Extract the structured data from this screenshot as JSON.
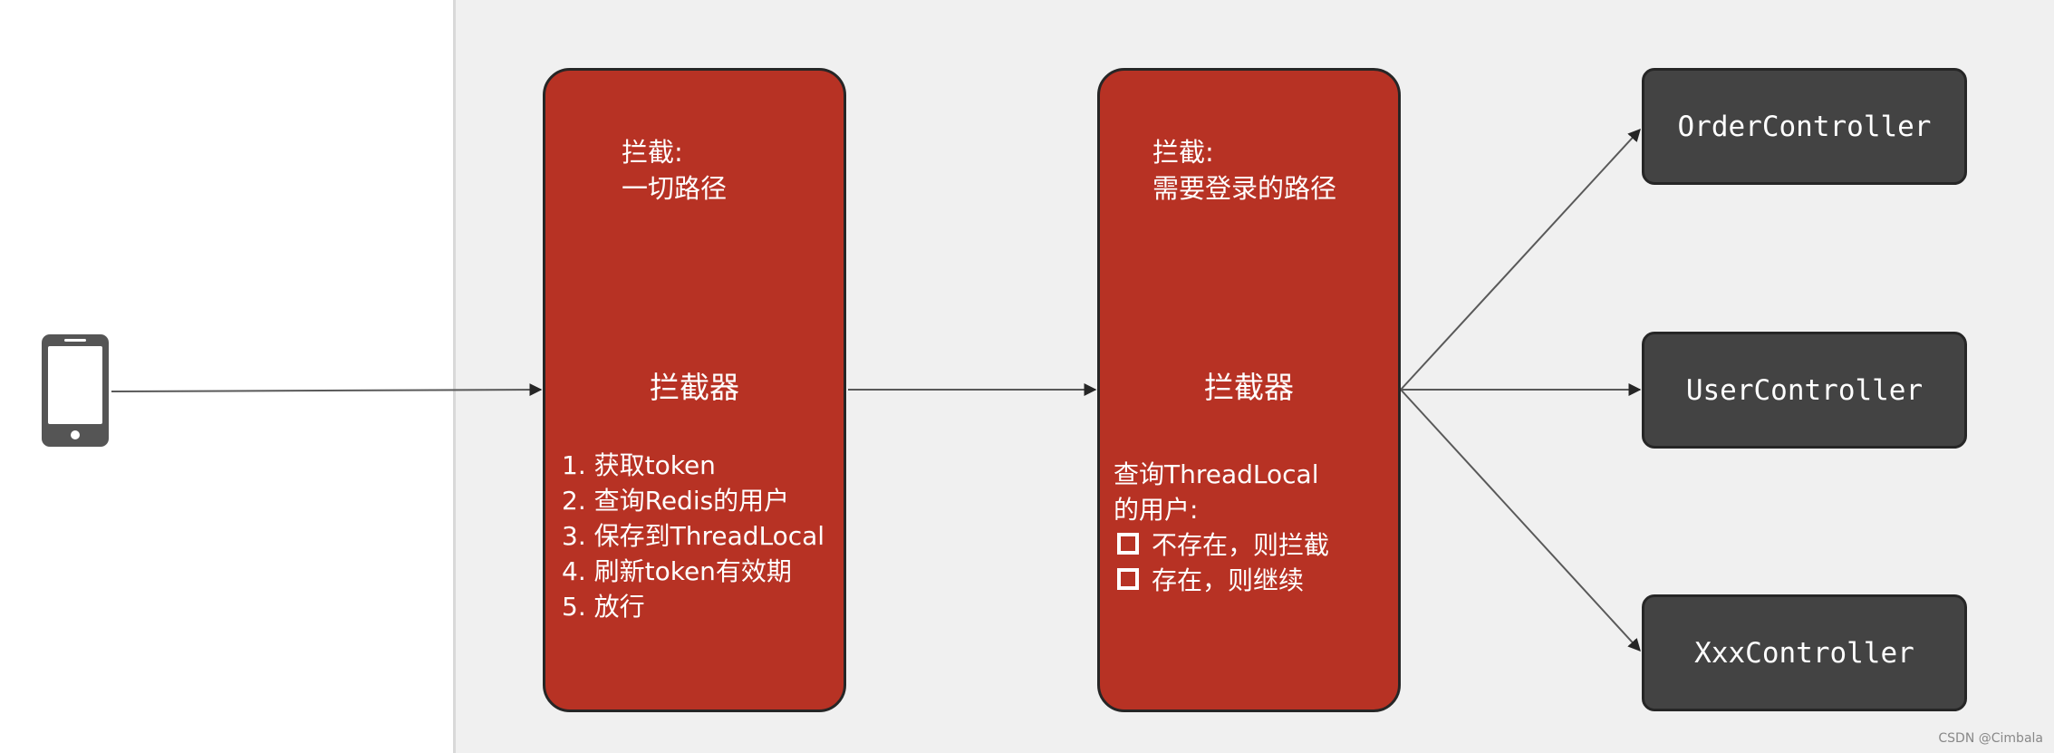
{
  "client": {
    "icon": "smartphone-icon"
  },
  "interceptors": [
    {
      "scope": "拦截:\n一切路径",
      "title": "拦截器",
      "steps": [
        "1. 获取token",
        "2. 查询Redis的用户",
        "3. 保存到ThreadLocal",
        "4. 刷新token有效期",
        "5. 放行"
      ]
    },
    {
      "scope": "拦截:\n需要登录的路径",
      "title": "拦截器",
      "check_text": "查询ThreadLocal\n的用户:",
      "options": [
        "不存在，则拦截",
        "存在，则继续"
      ]
    }
  ],
  "controllers": [
    "OrderController",
    "UserController",
    "XxxController"
  ],
  "watermark": "CSDN @Cimbala",
  "colors": {
    "interceptor_fill": "#b73224",
    "controller_fill": "#434343",
    "background_panel": "#f0f0f0",
    "arrow": "#595959"
  }
}
